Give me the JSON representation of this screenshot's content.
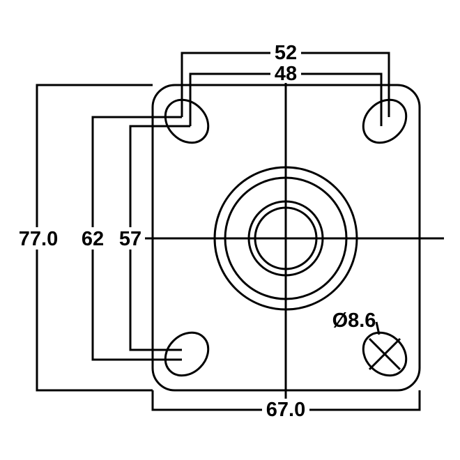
{
  "drawing": {
    "title": "Caster top plate dimensions",
    "dimensions": {
      "bolt_spacing_outer_width": "52",
      "bolt_spacing_inner_width": "48",
      "plate_height": "77.0",
      "bolt_spacing_outer_height": "62",
      "bolt_spacing_inner_height": "57",
      "plate_width": "67.0",
      "hole_diameter": "Ø8.6"
    },
    "line_color": "#000000",
    "background_color": "#ffffff"
  }
}
